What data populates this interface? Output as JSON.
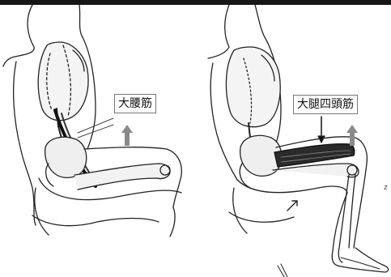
{
  "labels": {
    "left": "大腰筋",
    "right": "大腿四頭筋"
  },
  "arrow_color": "#8a8a8a",
  "marks": {
    "stray": "z"
  }
}
